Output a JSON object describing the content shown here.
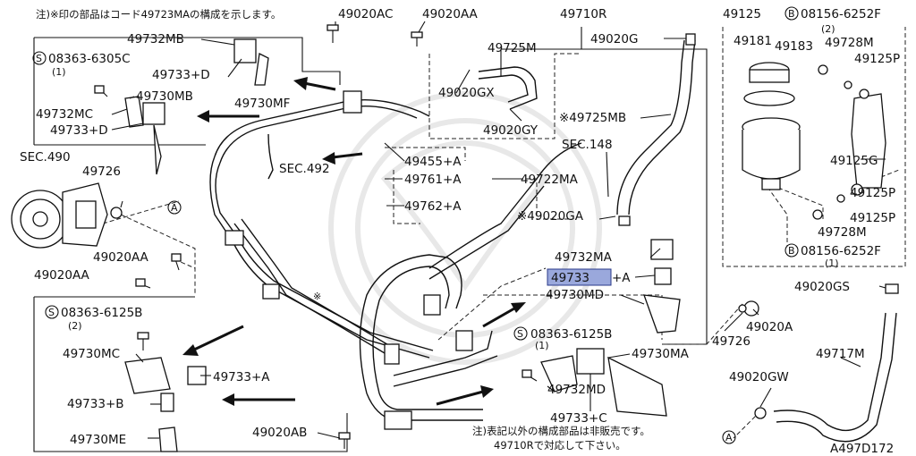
{
  "diagram": {
    "notes": {
      "top": "注)※印の部品はコード49723MAの構成を示します。",
      "bottom_1": "注)表記以外の構成部品は非販売です。",
      "bottom_2": "49710Rで対応して下さい。"
    },
    "diagram_id": "A497D172",
    "highlighted_part": "49733",
    "labels": {
      "p49020AC": "49020AC",
      "p49020AA_top": "49020AA",
      "p49710R": "49710R",
      "p49125": "49125",
      "p08156_top": "08156-6252F",
      "p08156_top_qty": "(2)",
      "p49732MB": "49732MB",
      "p49733D_top": "49733+D",
      "p49730MF": "49730MF",
      "p08363_6305C": "08363-6305C",
      "p08363_6305C_qty": "(1)",
      "p49730MB": "49730MB",
      "p49732MC": "49732MC",
      "p49733D_mid": "49733+D",
      "p49725M": "49725M",
      "p49020G": "49020G",
      "p49181": "49181",
      "p49183": "49183",
      "p49728M_top": "49728M",
      "p49125P_top": "49125P",
      "p49020GX": "49020GX",
      "p49020GY": "49020GY",
      "p49725MB": "※49725MB",
      "sec148": "SEC.148",
      "sec490": "SEC.490",
      "p49726_left": "49726",
      "sec492": "SEC.492",
      "p49455A": "49455+A",
      "p49761A": "49761+A",
      "p49722MA": "49722MA",
      "p49125G": "49125G",
      "p49762A": "49762+A",
      "p49020GA": "※49020GA",
      "p49125P_bot": "49125P",
      "p49728M_bot": "49728M",
      "p08156_bot": "08156-6252F",
      "p08156_bot_qty": "(1)",
      "p49020AA_mid": "49020AA",
      "p49020AA_left": "49020AA",
      "p49732MA": "49732MA",
      "p49733A_suffix": "+A",
      "p49730MD": "49730MD",
      "p49020GS": "49020GS",
      "p08363_6125B_left": "08363-6125B",
      "p08363_6125B_left_qty": "(2)",
      "p49020A": "49020A",
      "p08363_6125B_right": "08363-6125B",
      "p08363_6125B_right_qty": "(1)",
      "p49726_right": "49726",
      "p49730MC": "49730MC",
      "p49730MA": "49730MA",
      "p49717M": "49717M",
      "p49733A_left": "49733+A",
      "p49020GW": "49020GW",
      "p49733B": "49733+B",
      "p49732MD": "49732MD",
      "p49733C": "49733+C",
      "p49020AB": "49020AB",
      "p49730ME": "49730ME",
      "star": "※",
      "ref_A": "A",
      "ref_B": "B",
      "ref_S": "S"
    }
  }
}
